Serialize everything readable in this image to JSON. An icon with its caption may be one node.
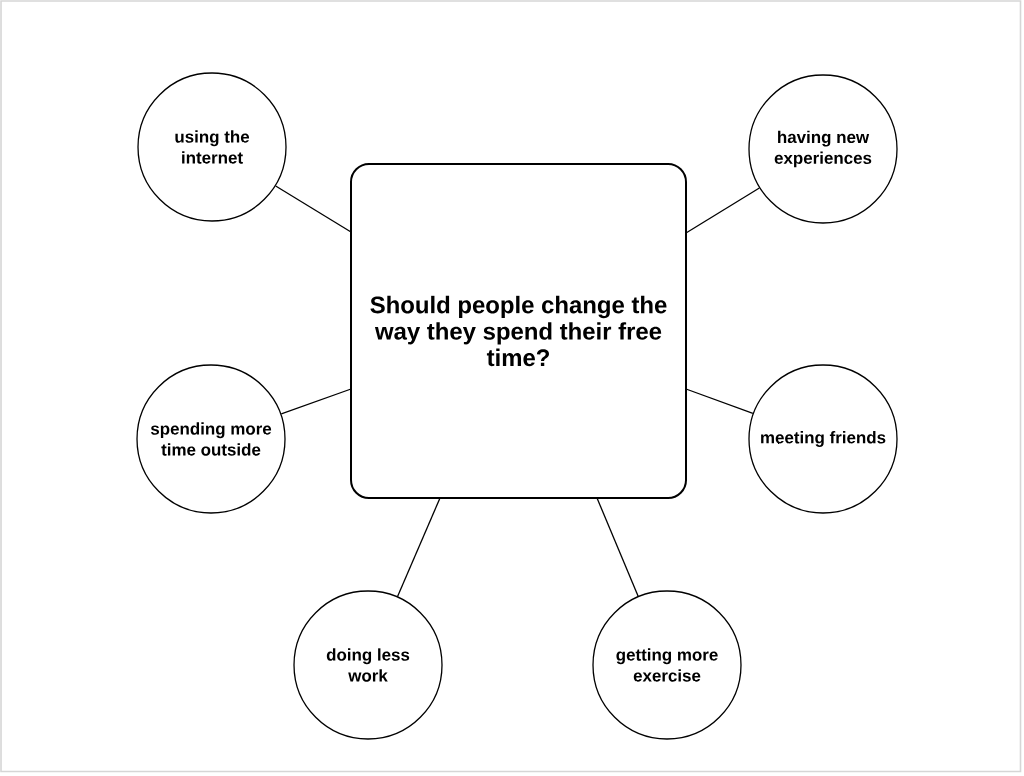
{
  "diagram": {
    "nodes": [
      {
        "text": [
          "using the internet"
        ]
      },
      {
        "text": [
          "having new experiences"
        ]
      },
      {
        "text": [
          "Should people change the way they spend their free time?"
        ]
      },
      {
        "text": [
          "spending more time outside"
        ]
      },
      {
        "text": [
          "meeting friends"
        ]
      },
      {
        "text": [
          "doing less work"
        ]
      },
      {
        "text": [
          "getting more exercise"
        ]
      }
    ],
    "edges": [
      {
        "from": 2,
        "to": 0,
        "arrow": "none"
      },
      {
        "from": 2,
        "to": 1,
        "arrow": "none"
      },
      {
        "from": 2,
        "to": 3,
        "arrow": "none"
      },
      {
        "from": 2,
        "to": 4,
        "arrow": "none"
      },
      {
        "from": 2,
        "to": 5,
        "arrow": "none"
      },
      {
        "from": 2,
        "to": 6,
        "arrow": "none"
      }
    ]
  }
}
